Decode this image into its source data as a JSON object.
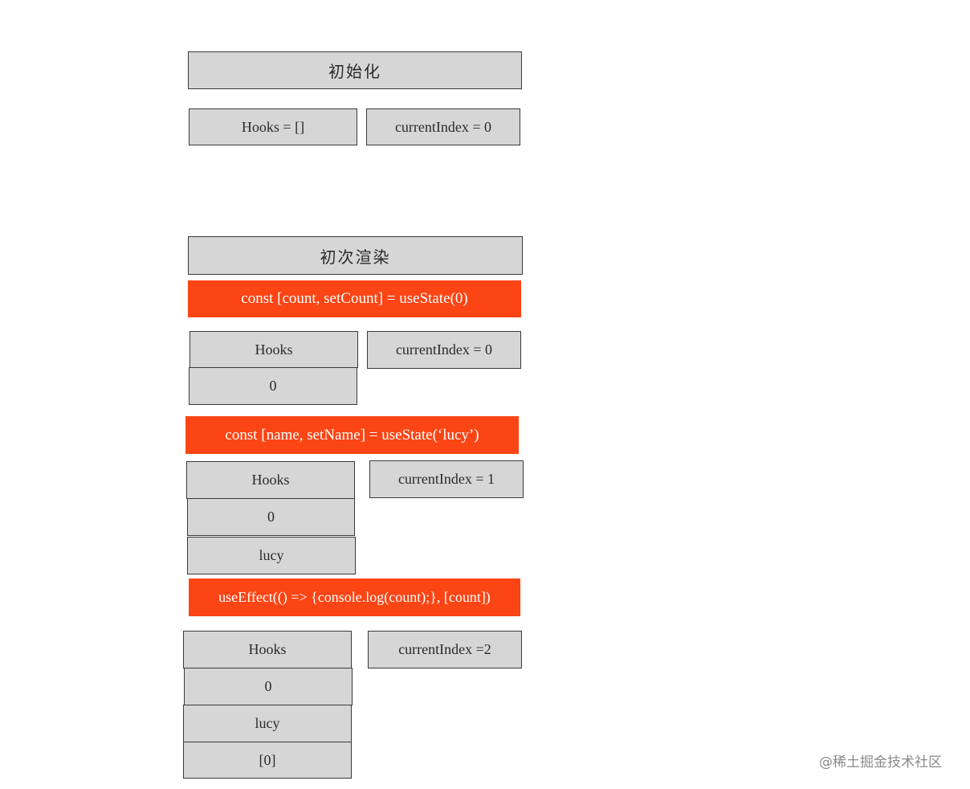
{
  "init": {
    "title": "初始化",
    "hooks": "Hooks = []",
    "index": "currentIndex = 0"
  },
  "first_render": {
    "title": "初次渲染",
    "step1": {
      "code": "const [count, setCount] = useState(0)",
      "hooks_label": "Hooks",
      "items": [
        "0"
      ],
      "index": "currentIndex = 0"
    },
    "step2": {
      "code": "const [name, setName] = useState(‘lucy’)",
      "hooks_label": "Hooks",
      "items": [
        "0",
        "lucy"
      ],
      "index": "currentIndex = 1"
    },
    "step3": {
      "code": "useEffect(() => {console.log(count);}, [count])",
      "hooks_label": "Hooks",
      "items": [
        "0",
        "lucy",
        "[0]"
      ],
      "index": "currentIndex =2"
    }
  },
  "watermark": "@稀土掘金技术社区",
  "colors": {
    "box_fill": "#d6d6d6",
    "code_fill": "#fc4515",
    "border": "#3a3a3a"
  }
}
